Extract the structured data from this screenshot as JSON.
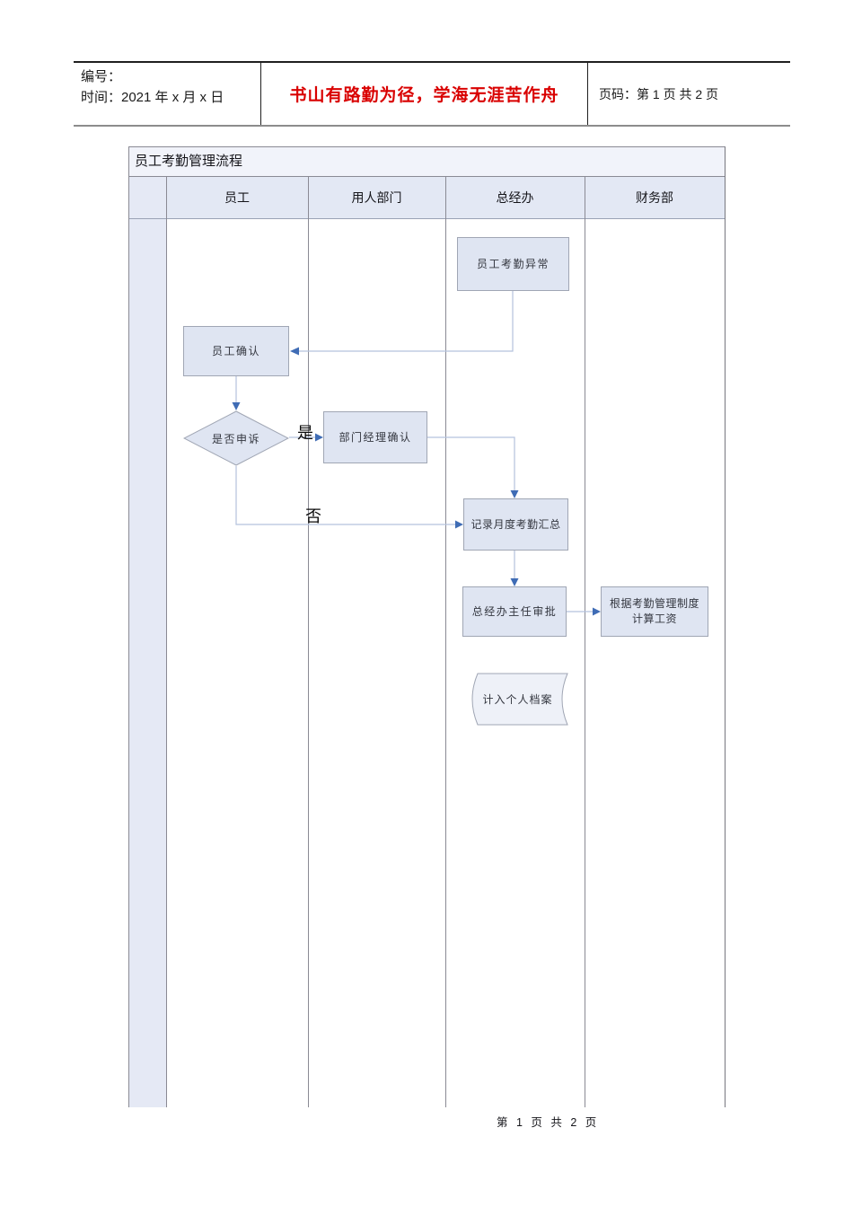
{
  "header": {
    "number_label": "编号：",
    "time_label": "时间：2021 年 x 月 x 日",
    "motto": "书山有路勤为径，学海无涯苦作舟",
    "page_label": "页码：第 1 页  共 2 页"
  },
  "flowchart": {
    "title": "员工考勤管理流程",
    "lanes": [
      "员工",
      "用人部门",
      "总经办",
      "财务部"
    ],
    "nodes": {
      "attendance_abnormal": "员工考勤异常",
      "employee_confirm": "员工确认",
      "appeal_decision": "是否申诉",
      "manager_confirm": "部门经理确认",
      "record_summary": "记录月度考勤汇总",
      "director_approve": "总经办主任审批",
      "calc_salary_line1": "根据考勤管理制度",
      "calc_salary_line2": "计算工资",
      "personal_file": "计入个人档案"
    },
    "branch_labels": {
      "yes": "是",
      "no": "否"
    },
    "colors": {
      "node_fill": "#dfe5f2",
      "node_border": "#a0a6b4",
      "connector_line": "#b3c2dd",
      "arrow_head": "#3f6cb5",
      "lane_header_bg": "#e3e8f4",
      "motto_red": "#d90000"
    }
  },
  "footer": {
    "page_info": "第 1 页 共 2 页"
  }
}
